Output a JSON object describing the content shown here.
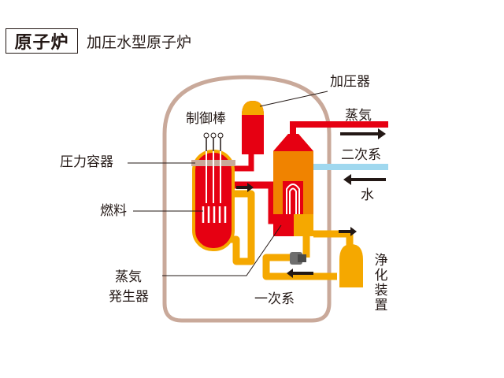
{
  "title": "原子炉",
  "subtitle": "加圧水型原子炉",
  "labels": {
    "pressurizer": "加圧器",
    "control_rods": "制御棒",
    "pressure_vessel": "圧力容器",
    "fuel": "燃料",
    "steam_generator_line1": "蒸気",
    "steam_generator_line2": "発生器",
    "steam": "蒸気",
    "secondary_system": "二次系",
    "water": "水",
    "purifier": "浄化装置",
    "primary_system": "一次系"
  },
  "colors": {
    "containment": "#c9a99a",
    "hot_red": "#e60012",
    "steam_orange": "#f08300",
    "primary_yellow": "#f5a800",
    "secondary_water": "#a0d8ef",
    "pump": "#6e6e6e",
    "text": "#231815"
  }
}
